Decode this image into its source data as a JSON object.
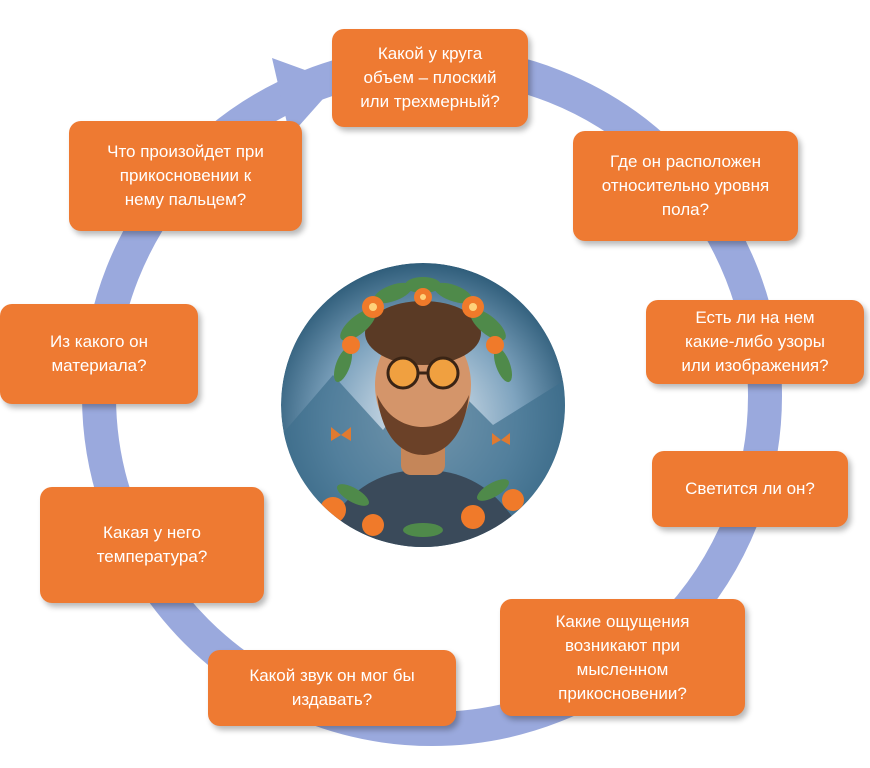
{
  "cycle_questions": [
    "Какой у круга\nобъем – плоский\nили трехмерный?",
    "Где он расположен\nотносительно уровня\nпола?",
    "Есть ли на нем\nкакие-либо узоры\nили изображения?",
    "Светится ли он?",
    "Какие ощущения\nвозникают при\nмысленном\nприкосновении?",
    "Какой звук он мог бы\nиздавать?",
    "Какая у него\nтемпература?",
    "Из какого он\nматериала?",
    "Что произойдет при\nприкосновении к\nнему пальцем?"
  ],
  "colors": {
    "box_fill": "#ee7a32",
    "box_text": "#ffffff",
    "ring": "#9aa9dd"
  },
  "center_image": "portrait of a man with glasses wearing a flower and leaf wreath, orange flowers and butterflies"
}
